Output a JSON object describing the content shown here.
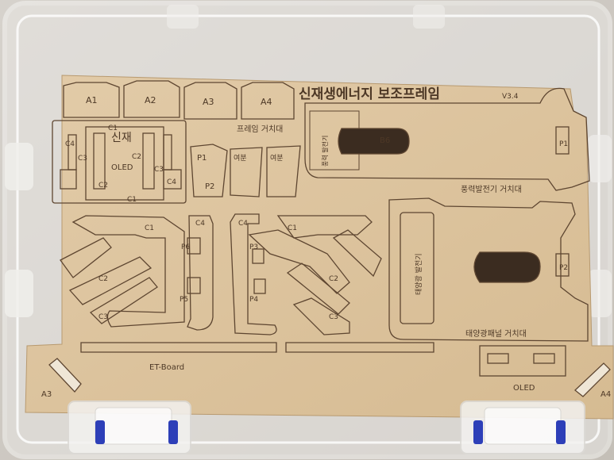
{
  "board": {
    "title": "신재생에너지 보조프레임",
    "version": "V3.4",
    "tabs": [
      "A1",
      "A2",
      "A3",
      "A4"
    ],
    "frame_stand_label": "프레임 거치대",
    "wind_stand_label": "풍력발전기 거치대",
    "wind_gen_label": "풍력 발전기",
    "solar_stand_label": "태양광패널 거치대",
    "solar_gen_label": "태양광 발전기",
    "et_board": "ET-Board",
    "oled_bottom": "OLED",
    "corner_left": "A3",
    "corner_right": "A4",
    "oled_module": {
      "title": "신재",
      "oled": "OLED",
      "c1": "C1",
      "c2": "C2",
      "c3": "C3",
      "c4": "C4"
    },
    "p_parts": {
      "p1": "P1",
      "p2": "P2",
      "yeobun": "여분"
    },
    "left_arm": {
      "c1": "C1",
      "c2": "C2",
      "c3": "C3",
      "c4": "C4",
      "p5": "P5",
      "p6": "P6"
    },
    "right_arm": {
      "c1": "C1",
      "c2": "C2",
      "c3": "C3",
      "c4": "C4",
      "p3": "P3",
      "p4": "P4"
    },
    "wind_labels": {
      "b6": "B6",
      "p1": "P1"
    },
    "solar_labels": {
      "p2": "P2"
    }
  },
  "colors": {
    "wood": "#dcc29c",
    "cut_line": "#5e4631",
    "case_plastic": "#e8e6e3",
    "clip_blue": "#2d3fb8"
  }
}
